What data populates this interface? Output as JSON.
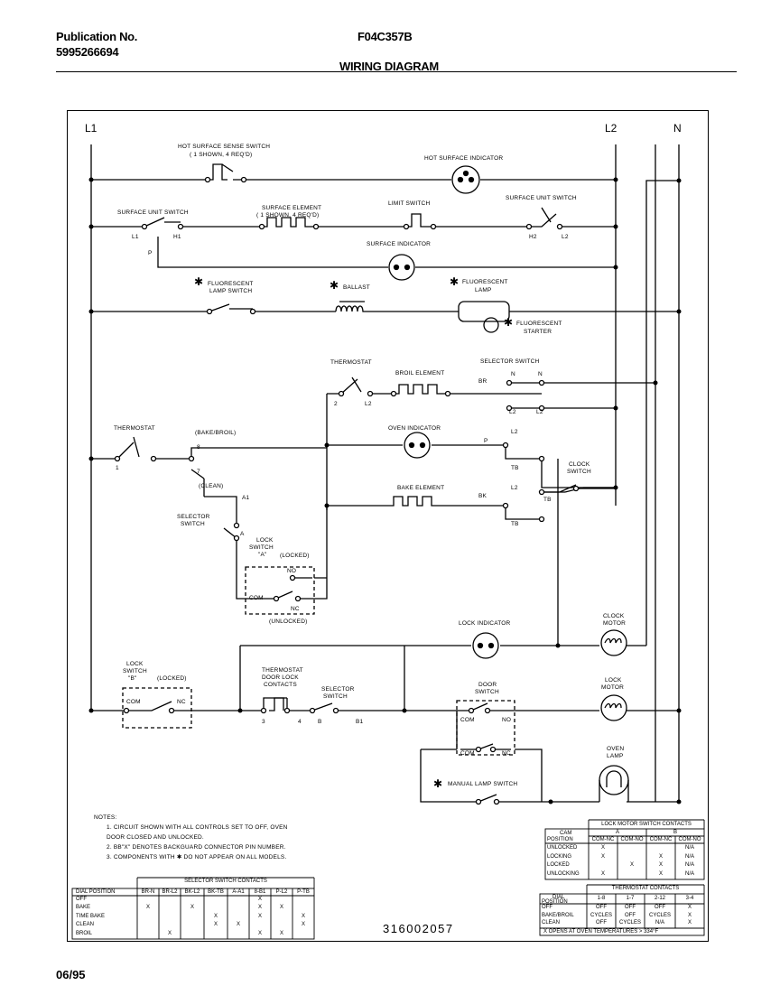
{
  "header": {
    "pub_label": "Publication No.",
    "pub_number": "5995266694",
    "model": "F04C357B",
    "title": "WIRING DIAGRAM"
  },
  "footer": {
    "date": "06/95"
  },
  "part_number": "316002057",
  "lines": {
    "l1": "L1",
    "l2": "L2",
    "n": "N"
  },
  "labels": {
    "hot_surface_sense_switch": "HOT SURFACE SENSE SWITCH",
    "shown_4_reqd_a": "( 1 SHOWN, 4 REQ'D)",
    "hot_surface_indicator": "HOT SURFACE INDICATOR",
    "surface_unit_switch_left": "SURFACE UNIT SWITCH",
    "surface_element": "SURFACE ELEMENT",
    "shown_4_reqd_b": "( 1 SHOWN, 4 REQ'D)",
    "limit_switch": "LIMIT SWITCH",
    "surface_unit_switch_right": "SURFACE UNIT SWITCH",
    "surface_indicator": "SURFACE INDICATOR",
    "fluorescent_lamp_switch_1": "FLUORESCENT",
    "fluorescent_lamp_switch_2": "LAMP SWITCH",
    "ballast": "BALLAST",
    "fluorescent_lamp_1": "FLUORESCENT",
    "fluorescent_lamp_2": "LAMP",
    "fluorescent_starter_1": "FLUORESCENT",
    "fluorescent_starter_2": "STARTER",
    "thermostat_top": "THERMOSTAT",
    "broil_element": "BROIL ELEMENT",
    "selector_switch_top": "SELECTOR SWITCH",
    "thermostat_left": "THERMOSTAT",
    "bake_broil": "(BAKE/BROIL)",
    "oven_indicator": "OVEN INDICATOR",
    "clean": "(CLEAN)",
    "clock_switch_1": "CLOCK",
    "clock_switch_2": "SWITCH",
    "bake_element": "BAKE ELEMENT",
    "selector_switch_mid_1": "SELECTOR",
    "selector_switch_mid_2": "SWITCH",
    "lock_switch_a_1": "LOCK",
    "lock_switch_a_2": "SWITCH",
    "lock_switch_a_3": "\"A\"",
    "locked_a": "(LOCKED)",
    "unlocked_a": "(UNLOCKED)",
    "lock_indicator": "LOCK INDICATOR",
    "clock_motor_1": "CLOCK",
    "clock_motor_2": "MOTOR",
    "lock_switch_b_1": "LOCK",
    "lock_switch_b_2": "SWITCH",
    "lock_switch_b_3": "\"B\"",
    "locked_b": "(LOCKED)",
    "thermostat_door_lock_1": "THERMOSTAT",
    "thermostat_door_lock_2": "DOOR LOCK",
    "thermostat_door_lock_3": "CONTACTS",
    "selector_switch_low_1": "SELECTOR",
    "selector_switch_low_2": "SWITCH",
    "door_switch_1": "DOOR",
    "door_switch_2": "SWITCH",
    "lock_motor_1": "LOCK",
    "lock_motor_2": "MOTOR",
    "oven_lamp_1": "OVEN",
    "oven_lamp_2": "LAMP",
    "manual_lamp_switch": "MANUAL LAMP SWITCH",
    "t_l1": "L1",
    "t_h1": "H1",
    "t_p": "P",
    "t_h2": "H2",
    "t_l2a": "L2",
    "t_2": "2",
    "t_l2b": "L2",
    "t_br": "BR",
    "t_n1": "N",
    "t_n2": "N",
    "t_l2c": "L2",
    "t_l2d": "L2",
    "t_1": "1",
    "t_8": "8",
    "t_7": "7",
    "t_p2": "P",
    "t_l2e": "L2",
    "t_tb1": "TB",
    "t_a1": "A1",
    "t_bk": "BK",
    "t_l2f": "L2",
    "t_tb2": "TB",
    "t_tb3": "TB",
    "t_a": "A",
    "t_no": "NO",
    "t_com": "COM",
    "t_nc": "NC",
    "t_com_b": "COM",
    "t_nc_b": "NC",
    "t_3": "3",
    "t_4": "4",
    "t_b": "B",
    "t_b1": "B1",
    "t_com_d": "COM",
    "t_no_d": "NO",
    "t_com_d2": "COM",
    "t_nc_d": "NC",
    "star": "✱"
  },
  "notes": {
    "title": "NOTES:",
    "n1a": "1.  CIRCUIT SHOWN WITH ALL CONTROLS SET TO OFF, OVEN",
    "n1b": "     DOOR CLOSED AND UNLOCKED.",
    "n2": "2.  BB\"X\" DENOTES BACKGUARD CONNECTOR PIN NUMBER.",
    "n3": "3.  COMPONENTS WITH ✱ DO NOT APPEAR ON ALL MODELS."
  },
  "selector_table": {
    "title": "SELECTOR SWITCH CONTACTS",
    "corner": "DIAL POSITION",
    "columns": [
      "BR-N",
      "BR-L2",
      "BK-L2",
      "BK-TB",
      "A-A1",
      "8-B1",
      "P-L2",
      "P-TB"
    ],
    "rows": [
      {
        "label": "OFF",
        "cells": [
          "",
          "",
          "",
          "",
          "",
          "X",
          "",
          ""
        ]
      },
      {
        "label": "BAKE",
        "cells": [
          "X",
          "",
          "X",
          "",
          "",
          "X",
          "X",
          ""
        ]
      },
      {
        "label": "TIME BAKE",
        "cells": [
          "",
          "",
          "",
          "X",
          "",
          "X",
          "",
          "X"
        ]
      },
      {
        "label": "CLEAN",
        "cells": [
          "",
          "",
          "",
          "X",
          "X",
          "",
          "",
          "X"
        ]
      },
      {
        "label": "BROIL",
        "cells": [
          "",
          "X",
          "",
          "",
          "",
          "X",
          "X",
          ""
        ]
      }
    ]
  },
  "lock_motor_table": {
    "title": "LOCK MOTOR SWITCH CONTACTS",
    "cam_1": "CAM",
    "cam_2": "POSITION",
    "groups": [
      "A",
      "B"
    ],
    "columns": [
      "COM-NC",
      "COM-NO",
      "COM-NC",
      "COM-NO"
    ],
    "rows": [
      {
        "label": "UNLOCKED",
        "cells": [
          "X",
          "",
          "",
          "N/A"
        ]
      },
      {
        "label": "LOCKING",
        "cells": [
          "X",
          "",
          "X",
          "N/A"
        ]
      },
      {
        "label": "LOCKED",
        "cells": [
          "",
          "X",
          "X",
          "N/A"
        ]
      },
      {
        "label": "UNLOCKING",
        "cells": [
          "X",
          "",
          "X",
          "N/A"
        ]
      }
    ]
  },
  "thermostat_table": {
    "title": "THERMOSTAT CONTACTS",
    "corner_1": "DIAL",
    "corner_2": "POSITION",
    "columns": [
      "1-8",
      "1-7",
      "2-12",
      "3-4"
    ],
    "rows": [
      {
        "label": "OFF",
        "cells": [
          "OFF",
          "OFF",
          "OFF",
          "X"
        ]
      },
      {
        "label": "BAKE/BROIL",
        "cells": [
          "CYCLES",
          "OFF",
          "CYCLES",
          "X"
        ]
      },
      {
        "label": "CLEAN",
        "cells": [
          "OFF",
          "CYCLES",
          "N/A",
          "X"
        ]
      }
    ],
    "note": "X  OPENS AT OVEN TEMPERATURES > 334°F"
  }
}
